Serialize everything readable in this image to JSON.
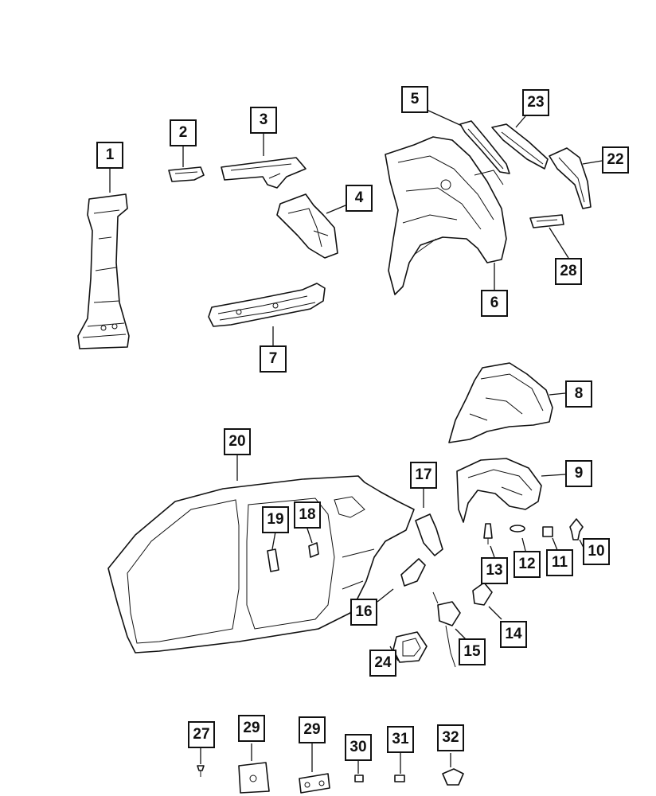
{
  "callouts": {
    "c1": "1",
    "c2": "2",
    "c3": "3",
    "c4": "4",
    "c5": "5",
    "c6": "6",
    "c7": "7",
    "c8": "8",
    "c9": "9",
    "c10": "10",
    "c11": "11",
    "c12": "12",
    "c13": "13",
    "c14": "14",
    "c15": "15",
    "c16": "16",
    "c17": "17",
    "c18": "18",
    "c19": "19",
    "c20": "20",
    "c22": "22",
    "c23": "23",
    "c24": "24",
    "c27": "27",
    "c28": "28",
    "c29a": "29",
    "c29b": "29",
    "c30": "30",
    "c31": "31",
    "c32": "32"
  },
  "colors": {
    "line": "#111111",
    "background": "#ffffff"
  }
}
